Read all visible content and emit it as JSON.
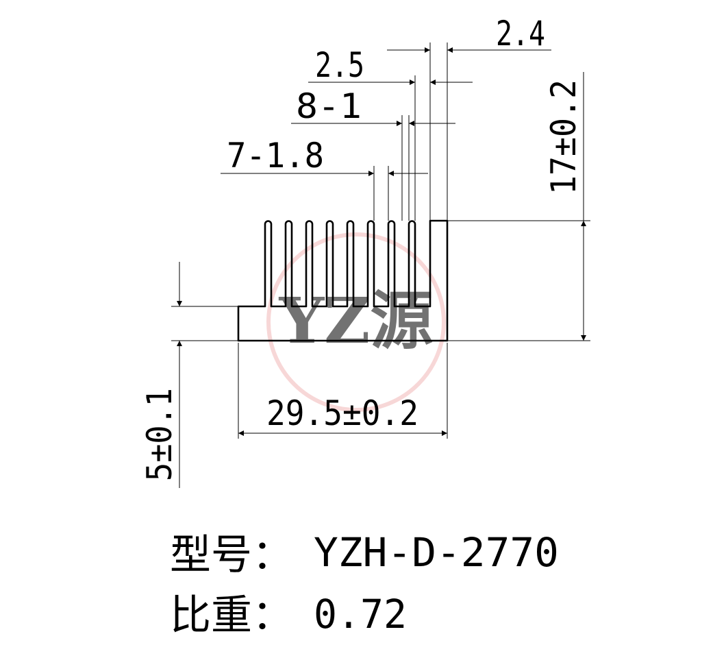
{
  "drawing": {
    "dimensions": {
      "fin_pitch": "2.4",
      "fin_gap": "2.5",
      "fin_count_thickness": "8-1",
      "gap_count_width": "7-1.8",
      "total_height": "17±0.2",
      "base_height": "5±0.1",
      "total_width": "29.5±0.2"
    },
    "watermark": {
      "text": "YZ源",
      "color": "#e8a0a0"
    },
    "line_color": "#000000"
  },
  "info": {
    "model_label": "型号：",
    "model_value": "YZH-D-2770",
    "density_label": "比重：",
    "density_value": "0.72"
  }
}
